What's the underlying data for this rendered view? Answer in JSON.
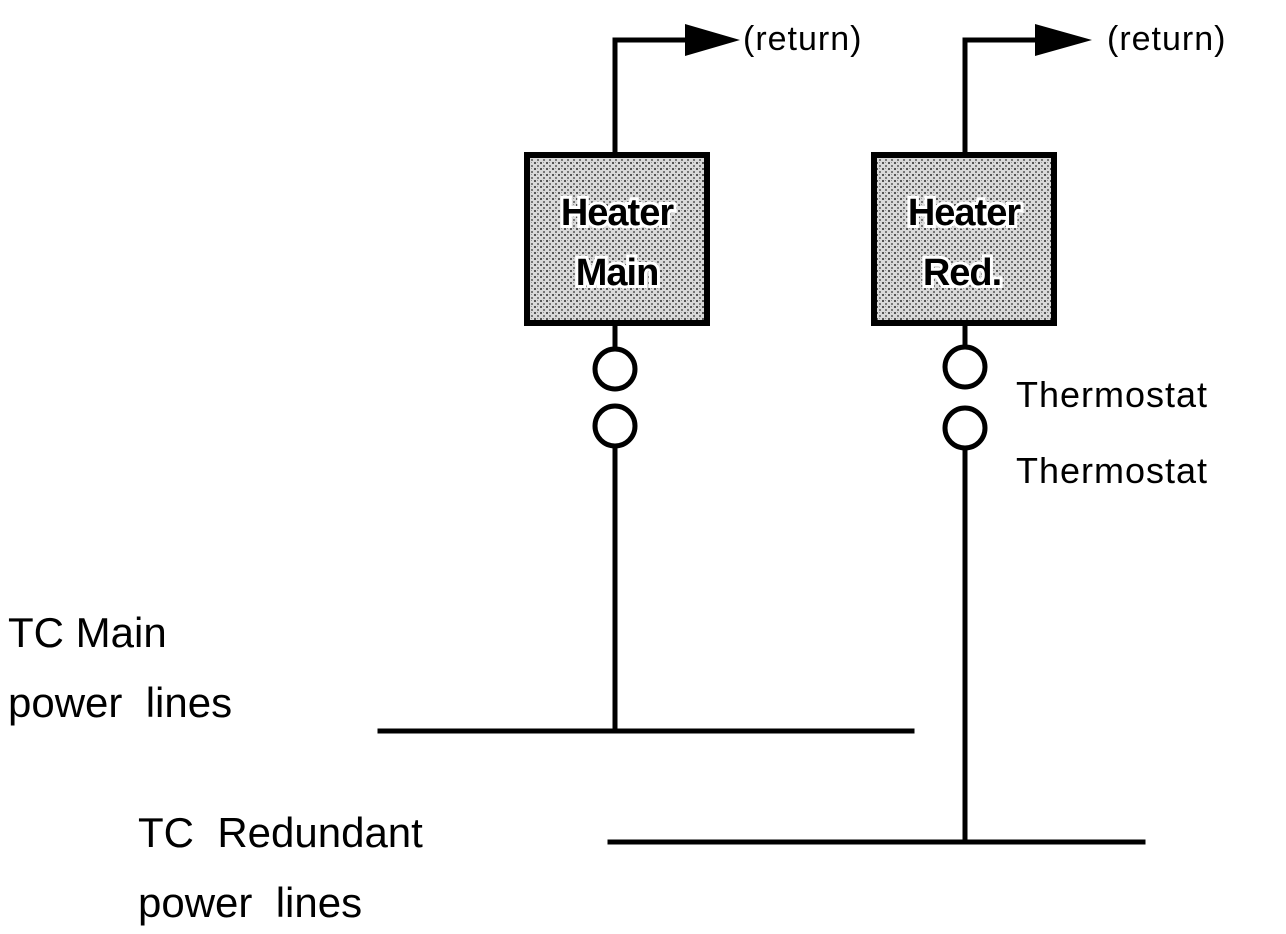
{
  "heaters": [
    {
      "line1": "Heater",
      "line2": "Main"
    },
    {
      "line1": "Heater",
      "line2": "Red."
    }
  ],
  "return_label": "(return)",
  "thermostat_label": "Thermostat",
  "bus": {
    "main_line1": "TC Main",
    "main_line2": "power  lines",
    "redundant_line1": "TC  Redundant",
    "redundant_line2": "power  lines"
  },
  "colors": {
    "ink": "#000000",
    "background": "#ffffff",
    "heater_fill": "#b8b8b8"
  }
}
